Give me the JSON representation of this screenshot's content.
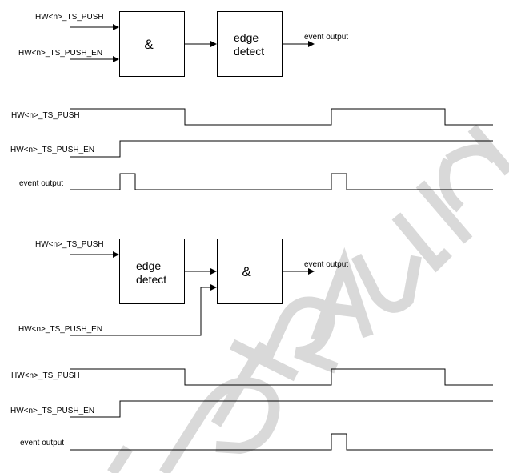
{
  "diagram1": {
    "in1": "HW<n>_TS_PUSH",
    "in2": "HW<n>_TS_PUSH_EN",
    "and": "&",
    "edge_line1": "edge",
    "edge_line2": "detect",
    "output": "event output"
  },
  "waves1": {
    "push": "HW<n>_TS_PUSH",
    "en": "HW<n>_TS_PUSH_EN",
    "out": "event output"
  },
  "diagram2": {
    "in1": "HW<n>_TS_PUSH",
    "in2": "HW<n>_TS_PUSH_EN",
    "and": "&",
    "edge_line1": "edge",
    "edge_line2": "detect",
    "output": "event output"
  },
  "waves2": {
    "push": "HW<n>_TS_PUSH",
    "en": "HW<n>_TS_PUSH_EN",
    "out": "event output"
  },
  "watermark": "VERTRAULICH"
}
